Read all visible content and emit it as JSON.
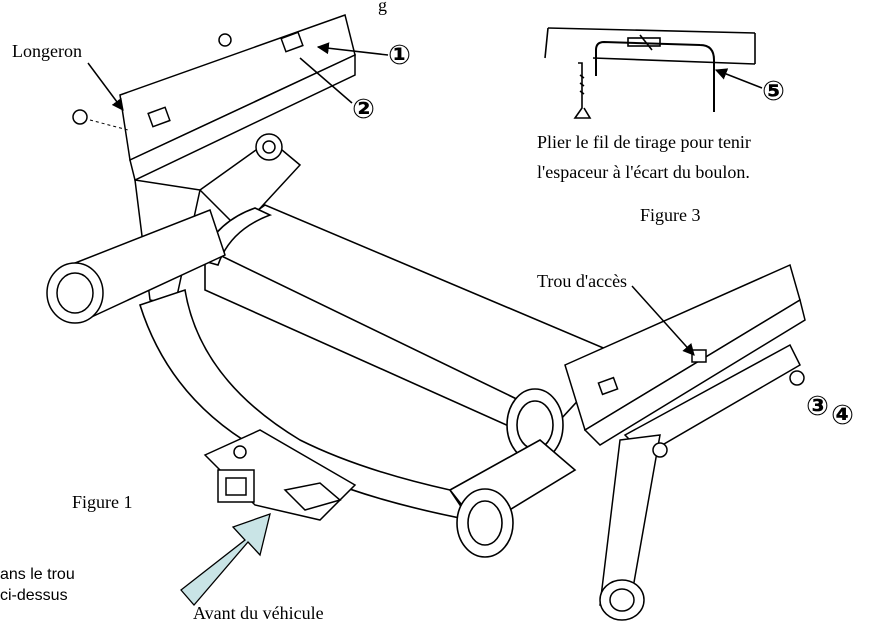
{
  "labels": {
    "top_partial": "g",
    "longeron": "Longeron",
    "bend_note_line1": "Plier le fil de tirage pour tenir",
    "bend_note_line2": "l'espaceur à l'écart du boulon.",
    "figure3": "Figure 3",
    "access_hole": "Trou d'accès",
    "figure1": "Figure 1",
    "left_partial_line1": "ans le trou",
    "left_partial_line2": "ci-dessus",
    "vehicle_front": "Avant du véhicule"
  },
  "callouts": {
    "c1": "①",
    "c2": "②",
    "c3": "③",
    "c4": "④",
    "c5": "⑤"
  },
  "colors": {
    "arrow_fill": "#c9e4e6",
    "line": "#000000"
  }
}
